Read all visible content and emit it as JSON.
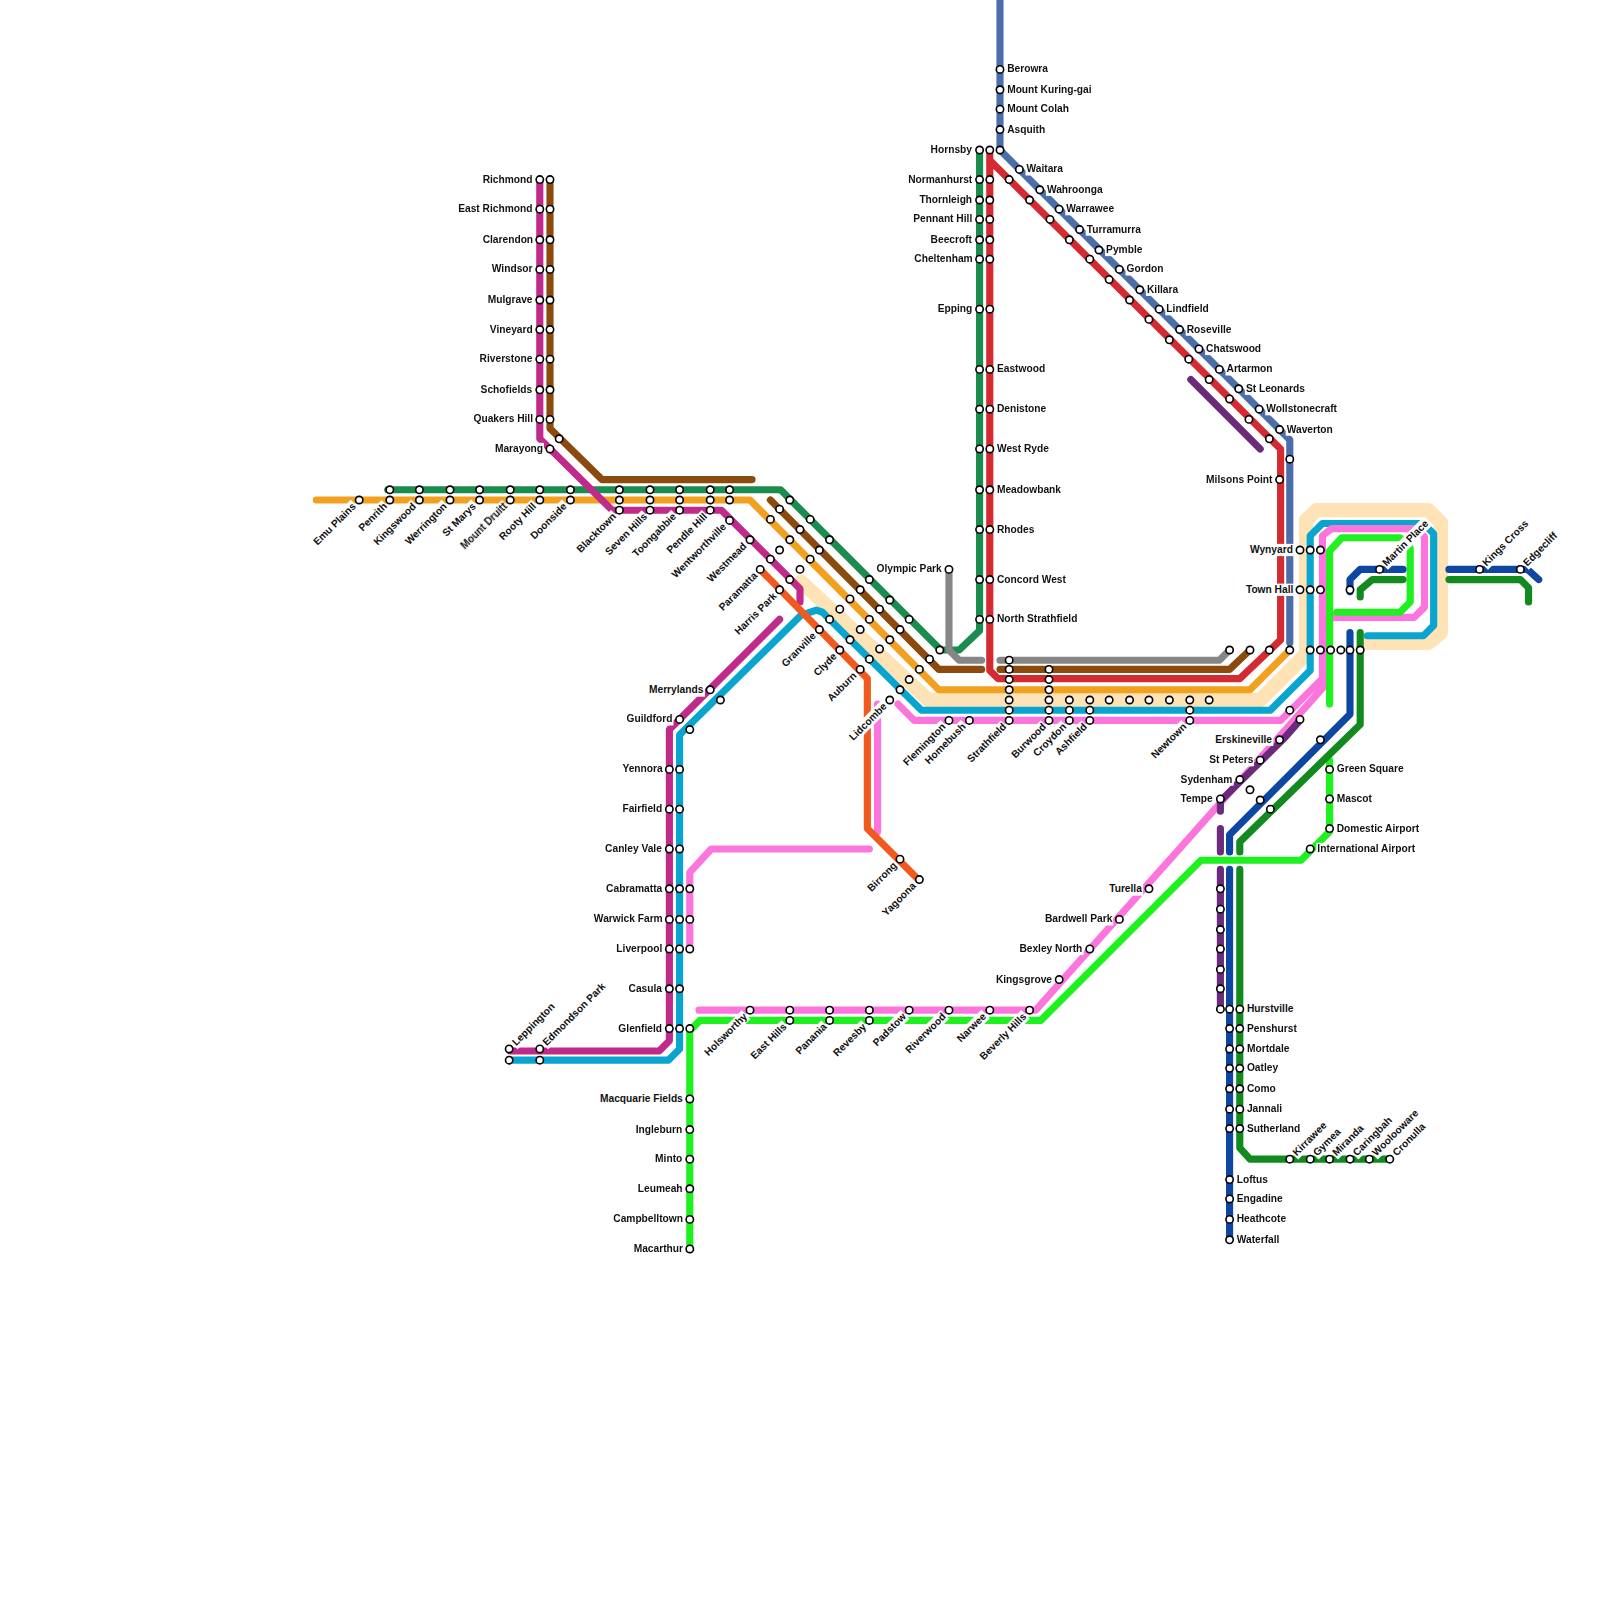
{
  "diagram": {
    "labels": [
      "Berowra",
      "Mount Kuring-gai",
      "Mount Colah",
      "Asquith",
      "Hornsby",
      "Waitara",
      "Wahroonga",
      "Warrawee",
      "Turramurra",
      "Pymble",
      "Gordon",
      "Killara",
      "Lindfield",
      "Roseville",
      "Chatswood",
      "Artarmon",
      "St Leonards",
      "Wollstonecraft",
      "Waverton",
      "Milsons Point",
      "Normanhurst",
      "Thornleigh",
      "Pennant Hill",
      "Beecroft",
      "Cheltenham",
      "Epping",
      "Eastwood",
      "Denistone",
      "West Ryde",
      "Meadowbank",
      "Rhodes",
      "Concord West",
      "North Strathfield",
      "Olympic Park",
      "Richmond",
      "East Richmond",
      "Clarendon",
      "Windsor",
      "Mulgrave",
      "Vineyard",
      "Riverstone",
      "Schofields",
      "Quakers Hill",
      "Marayong",
      "Emu Plains",
      "Penrith",
      "Kingswood",
      "Werrington",
      "St Marys",
      "Mount Druitt",
      "Rooty Hill",
      "Doonside",
      "Blacktown",
      "Seven Hills",
      "Toongabbie",
      "Pendle Hill",
      "Wentworthville",
      "Westmead",
      "Paramatta",
      "Harris Park",
      "Granville",
      "Clyde",
      "Auburn",
      "Lidcombe",
      "Flemington",
      "Homebush",
      "Strathfield",
      "Burwood",
      "Croydon",
      "Ashfield",
      "Newtown",
      "Merrylands",
      "Guildford",
      "Yennora",
      "Fairfield",
      "Canley Vale",
      "Cabramatta",
      "Warwick Farm",
      "Liverpool",
      "Casula",
      "Glenfield",
      "Leppington",
      "Edmondson Park",
      "Macquarie Fields",
      "Ingleburn",
      "Minto",
      "Leumeah",
      "Campbelltown",
      "Macarthur",
      "Birrong",
      "Yagoona",
      "Holsworthy",
      "East Hills",
      "Panania",
      "Revesby",
      "Padstow",
      "Riverwood",
      "Narwee",
      "Beverly Hills",
      "Turella",
      "Bardwell Park",
      "Bexley North",
      "Kingsgrove",
      "Erskineville",
      "St Peters",
      "Sydenham",
      "Tempe",
      "Green Square",
      "Mascot",
      "Domestic Airport",
      "International Airport",
      "Hurstville",
      "Penshurst",
      "Mortdale",
      "Oatley",
      "Como",
      "Jannali",
      "Sutherland",
      "Loftus",
      "Engadine",
      "Heathcote",
      "Waterfall",
      "Kirrawee",
      "Gymea",
      "Miranda",
      "Caringbah",
      "Woolooware",
      "Cronulla",
      "Wynyard",
      "Town Hall",
      "Martin Place",
      "Kings Cross",
      "Edgecliff"
    ]
  }
}
